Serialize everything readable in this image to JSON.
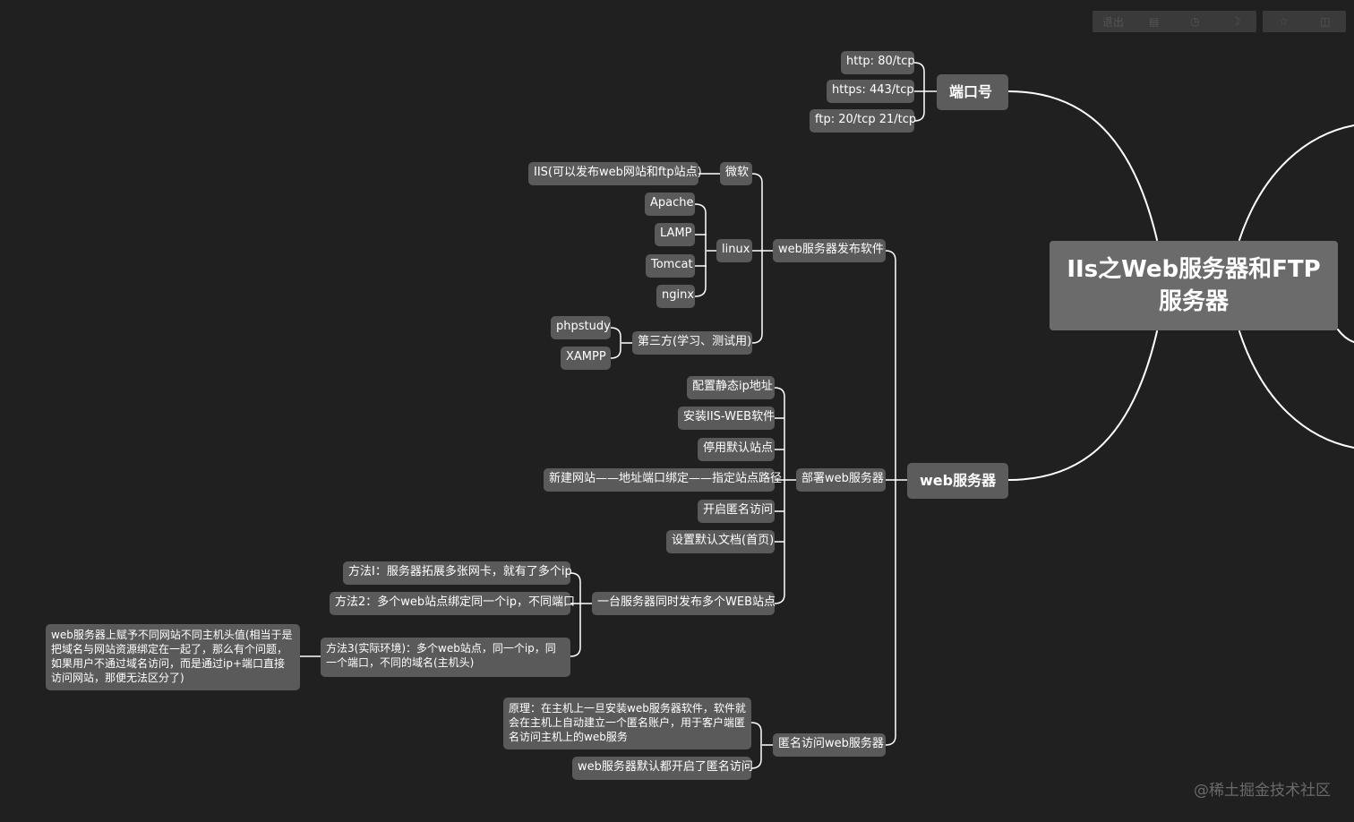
{
  "toolbar": {
    "exit_label": "退出",
    "icons": [
      "outline-icon",
      "history-icon",
      "theme-icon",
      "star-icon",
      "panel-icon"
    ]
  },
  "watermark": "@稀土掘金技术社区",
  "mindmap": {
    "root": "IIs之Web服务器和FTP服务器",
    "port": {
      "label": "端口号",
      "children": [
        "http: 80/tcp",
        "https: 443/tcp",
        "ftp: 20/tcp 21/tcp"
      ]
    },
    "web": {
      "label": "web服务器",
      "software": {
        "label": "web服务器发布软件",
        "microsoft": {
          "label": "微软",
          "children": [
            "IIS(可以发布web网站和ftp站点)"
          ]
        },
        "linux": {
          "label": "linux",
          "children": [
            "Apache",
            "LAMP",
            "Tomcat",
            "nginx"
          ]
        },
        "third": {
          "label": "第三方(学习、测试用)",
          "children": [
            "phpstudy",
            "XAMPP"
          ]
        }
      },
      "deploy": {
        "label": "部署web服务器",
        "children": [
          "配置静态ip地址",
          "安装IIS-WEB软件",
          "停用默认站点",
          "新建网站——地址端口绑定——指定站点路径",
          "开启匿名访问",
          "设置默认文档(首页)"
        ],
        "multi": {
          "label": "一台服务器同时发布多个WEB站点",
          "method1": "方法I：服务器拓展多张网卡，就有了多个ip",
          "method2": "方法2：多个web站点绑定同一个ip，不同端口",
          "method3": "方法3(实际环境)：多个web站点，同一个ip，同一个端口，不同的域名(主机头)",
          "method3_note": "web服务器上赋予不同网站不同主机头值(相当于是把域名与网站资源绑定在一起了，那么有个问题，如果用户不通过域名访问，而是通过ip+端口直接访问网站，那便无法区分了)"
        }
      },
      "anonymous": {
        "label": "匿名访问web服务器",
        "children": [
          "原理：在主机上一旦安装web服务器软件，软件就会在主机上自动建立一个匿名账户，用于客户端匿名访问主机上的web服务",
          "web服务器默认都开启了匿名访问"
        ]
      }
    }
  }
}
